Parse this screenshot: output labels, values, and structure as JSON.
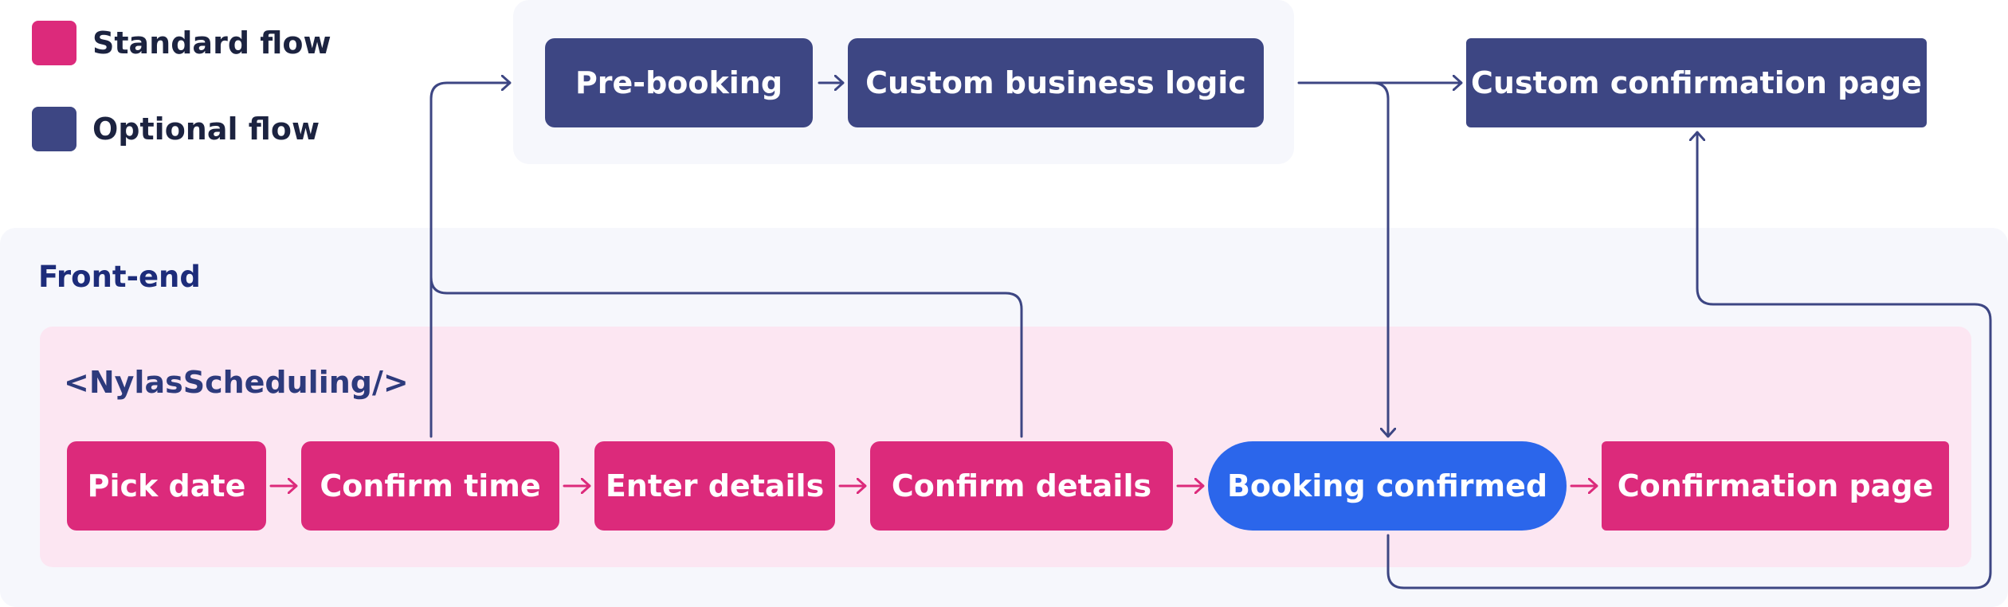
{
  "legend": {
    "standard": {
      "label": "Standard flow",
      "color": "#dc2a7b"
    },
    "optional": {
      "label": "Optional flow",
      "color": "#3d4683"
    }
  },
  "sections": {
    "frontend_label": "Front-end",
    "component_label": "<NylasScheduling/>"
  },
  "optional_nodes": {
    "pre_booking": "Pre-booking",
    "custom_logic": "Custom business logic",
    "custom_confirmation": "Custom confirmation page"
  },
  "standard_nodes": {
    "pick_date": "Pick date",
    "confirm_time": "Confirm time",
    "enter_details": "Enter details",
    "confirm_details": "Confirm details",
    "booking_confirmed": "Booking confirmed",
    "confirmation_page": "Confirmation page"
  },
  "colors": {
    "standard": "#dc2a7b",
    "optional": "#3d4683",
    "booking": "#2b66eb",
    "panel": "#f6f7fc",
    "component_bg": "#fce6f2"
  }
}
